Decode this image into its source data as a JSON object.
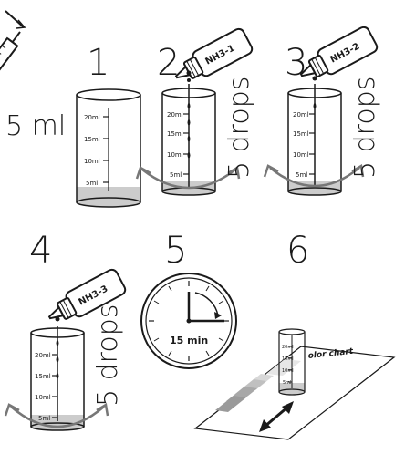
{
  "steps": [
    {
      "number": "1",
      "side_text": "5 ml",
      "ticks": [
        "20ml",
        "15ml",
        "10ml",
        "5ml"
      ]
    },
    {
      "number": "2",
      "bottle_label": "NH3-1",
      "side_text": "5 drops",
      "ticks": [
        "20ml",
        "15ml",
        "10ml",
        "5ml"
      ]
    },
    {
      "number": "3",
      "bottle_label": "NH3-2",
      "side_text": "5 drops",
      "ticks": [
        "20ml",
        "15ml",
        "10ml",
        "5ml"
      ]
    },
    {
      "number": "4",
      "bottle_label": "NH3-3",
      "side_text": "5 drops",
      "ticks": [
        "20ml",
        "15ml",
        "10ml",
        "5ml"
      ]
    },
    {
      "number": "5",
      "timer_text": "15 min"
    },
    {
      "number": "6",
      "chart_text": "olor chart",
      "ticks": [
        "20ml",
        "15ml",
        "10ml",
        "5ml"
      ]
    }
  ],
  "colors": {
    "ink": "#1a1a1a",
    "water": "#cccccc",
    "chart_band": "#9a9a9a"
  },
  "icons": [
    "syringe-icon",
    "dropper-bottle-icon",
    "clock-icon",
    "double-arrow-icon",
    "swirl-arrow-icon"
  ]
}
